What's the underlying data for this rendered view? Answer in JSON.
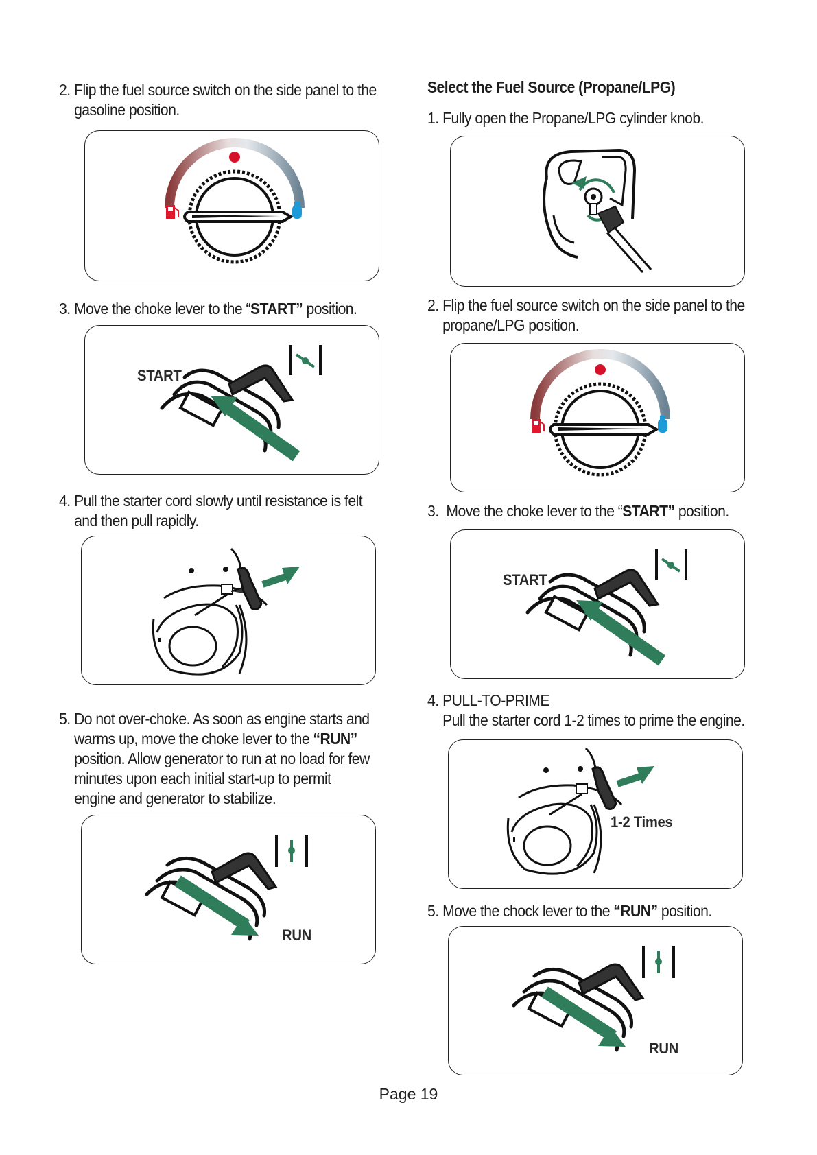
{
  "left": {
    "step2": {
      "num": "2.",
      "line1": "Flip the fuel source switch on the side panel to the",
      "line2": "gasoline position."
    },
    "step3": {
      "num": "3.",
      "before": "Move the choke lever to the “",
      "bold": "START”",
      "after": " position."
    },
    "step4": {
      "num": "4.",
      "line1": "Pull the starter cord slowly until resistance is felt",
      "line2": "and then pull rapidly."
    },
    "step5": {
      "num": "5.",
      "line1": "Do not over-choke. As soon as engine starts and",
      "line2_before": "warms up, move the choke lever to the ",
      "line2_bold": "“RUN”",
      "line3": "position. Allow generator to run at no load for few",
      "line4": "minutes upon each initial start-up to permit",
      "line5": "engine and generator to stabilize."
    },
    "choke_start_label": "START",
    "choke_run_label": "RUN"
  },
  "right": {
    "heading": "Select the Fuel Source (Propane/LPG)",
    "step1": {
      "num": "1.",
      "text": "Fully open the Propane/LPG cylinder knob."
    },
    "step2": {
      "num": "2.",
      "line1": "Flip the fuel source switch on the side panel to the",
      "line2": "propane/LPG position."
    },
    "step3": {
      "num": "3.",
      "before": " Move the choke lever to the “",
      "bold": "START”",
      "after": " position."
    },
    "step4": {
      "num": "4.",
      "line1": "PULL-TO-PRIME",
      "line2": "Pull the starter cord 1-2 times to prime the engine."
    },
    "step5": {
      "num": "5.",
      "before": "Move the chock lever to the ",
      "bold": "“RUN”",
      "after": " position."
    },
    "choke_start_label": "START",
    "times_label": "1-2 Times",
    "choke_run_label": "RUN"
  },
  "footer": {
    "page": "Page 19"
  },
  "colors": {
    "arrow_green": "#2f7d5a",
    "gas_red": "#e0182d",
    "propane_blue": "#1c9bd8",
    "indicator_red": "#d6112a"
  },
  "icons": [
    "fuel-selector-knob-icon",
    "gas-pump-icon",
    "propane-tank-icon",
    "choke-lever-icon",
    "choke-closed-symbol-icon",
    "choke-open-symbol-icon",
    "recoil-starter-icon",
    "cylinder-valve-icon",
    "green-arrow-icon"
  ]
}
